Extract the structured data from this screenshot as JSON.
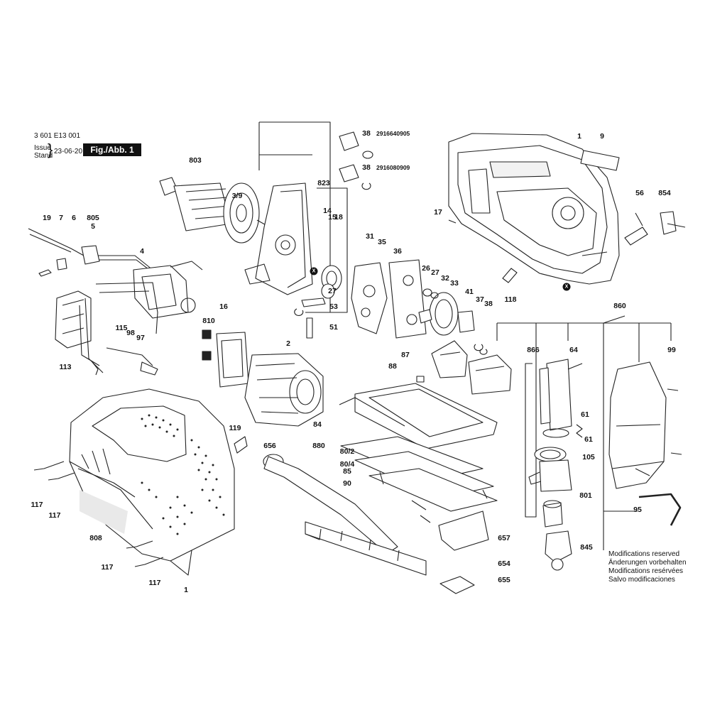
{
  "header": {
    "doc_number": "3 601 E13 001",
    "issue_label": "Issue",
    "stand_label": "Stand",
    "date": "23-06-20",
    "figure": "Fig./Abb. 1"
  },
  "part_numbers": {
    "p38a": "2916640905",
    "p38b": "2916080909"
  },
  "callouts": {
    "c1_top": "1",
    "c9": "9",
    "c56": "56",
    "c854": "854",
    "c17": "17",
    "c118": "118",
    "c38a": "38",
    "c38b": "38",
    "c803": "803",
    "c39": "3/9",
    "c823": "823",
    "c14": "14",
    "c15": "15",
    "c18": "18",
    "c19": "19",
    "c7": "7",
    "c6": "6",
    "c805": "805",
    "c5": "5",
    "c4": "4",
    "c31": "31",
    "c35": "35",
    "c36": "36",
    "c26": "26",
    "c27a": "27",
    "c32": "32",
    "c33": "33",
    "c27b": "27",
    "c53": "53",
    "c41": "41",
    "c37": "37",
    "c38c": "38",
    "c51": "51",
    "c16": "16",
    "c810": "810",
    "c2": "2",
    "c113": "113",
    "c115": "115",
    "c98": "98",
    "c97": "97",
    "c87": "87",
    "c88": "88",
    "c860": "860",
    "c866": "866",
    "c64": "64",
    "c99": "99",
    "c61a": "61",
    "c61b": "61",
    "c105": "105",
    "c801": "801",
    "c95": "95",
    "c845": "845",
    "c84": "84",
    "c880": "880",
    "c802": "80/2",
    "c804": "80/4",
    "c85": "85",
    "c90": "90",
    "c656": "656",
    "c657": "657",
    "c654": "654",
    "c655": "655",
    "c119": "119",
    "c117a": "117",
    "c117b": "117",
    "c808": "808",
    "c117c": "117",
    "c117d": "117",
    "c1_bot": "1"
  },
  "markers": {
    "x": "X"
  },
  "notes": [
    "Modifications reserved",
    "Änderungen vorbehalten",
    "Modifications resérvées",
    "Salvo modificaciones"
  ]
}
